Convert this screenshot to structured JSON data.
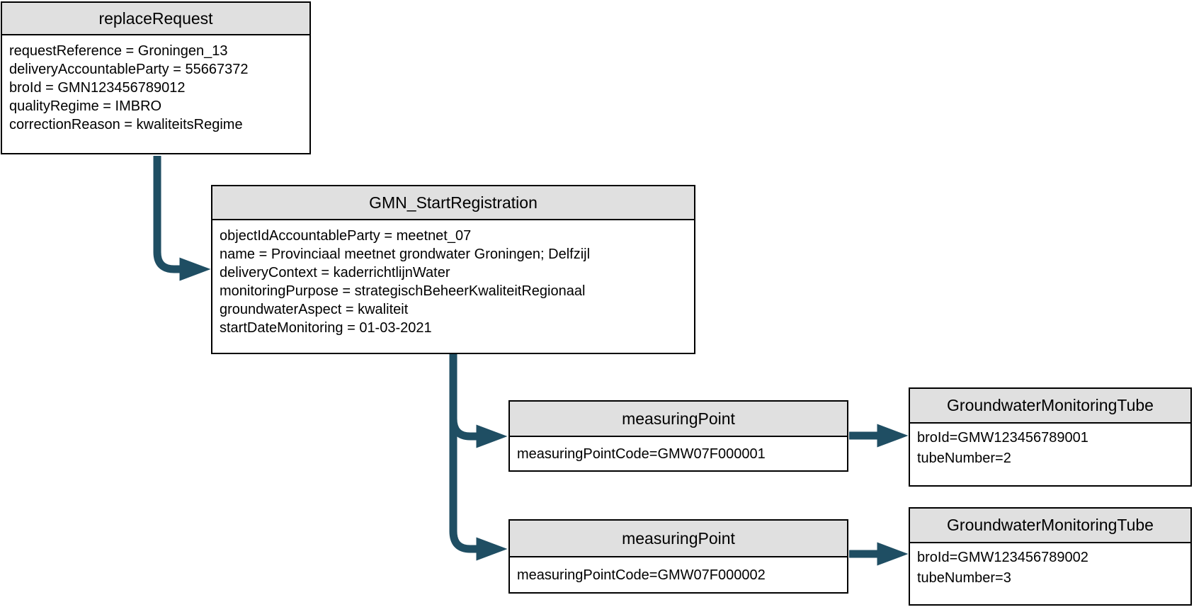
{
  "diagram": {
    "colors": {
      "arrow": "#1f4e63",
      "node_header_fill": "#e0e0e0",
      "node_border": "#000000",
      "background": "#ffffff"
    },
    "nodes": [
      {
        "id": "replaceRequest",
        "title": "replaceRequest",
        "attributes": [
          "requestReference = Groningen_13",
          "deliveryAccountableParty = 55667372",
          "broId = GMN123456789012",
          "qualityRegime = IMBRO",
          "correctionReason = kwaliteitsRegime"
        ]
      },
      {
        "id": "GMN_StartRegistration",
        "title": "GMN_StartRegistration",
        "attributes": [
          "objectIdAccountableParty = meetnet_07",
          "name = Provinciaal meetnet grondwater Groningen; Delfzijl",
          "deliveryContext = kaderrichtlijnWater",
          "monitoringPurpose = strategischBeheerKwaliteitRegionaal",
          "groundwaterAspect = kwaliteit",
          "startDateMonitoring = 01-03-2021"
        ]
      },
      {
        "id": "measuringPoint-1",
        "title": "measuringPoint",
        "attributes": [
          "measuringPointCode=GMW07F000001"
        ]
      },
      {
        "id": "GroundwaterMonitoringTube-1",
        "title": "GroundwaterMonitoringTube",
        "attributes": [
          "broId=GMW123456789001",
          "tubeNumber=2"
        ]
      },
      {
        "id": "measuringPoint-2",
        "title": "measuringPoint",
        "attributes": [
          "measuringPointCode=GMW07F000002"
        ]
      },
      {
        "id": "GroundwaterMonitoringTube-2",
        "title": "GroundwaterMonitoringTube",
        "attributes": [
          "broId=GMW123456789002",
          "tubeNumber=3"
        ]
      }
    ],
    "edges": [
      {
        "from": "replaceRequest",
        "to": "GMN_StartRegistration"
      },
      {
        "from": "GMN_StartRegistration",
        "to": "measuringPoint-1"
      },
      {
        "from": "GMN_StartRegistration",
        "to": "measuringPoint-2"
      },
      {
        "from": "measuringPoint-1",
        "to": "GroundwaterMonitoringTube-1"
      },
      {
        "from": "measuringPoint-2",
        "to": "GroundwaterMonitoringTube-2"
      }
    ]
  }
}
